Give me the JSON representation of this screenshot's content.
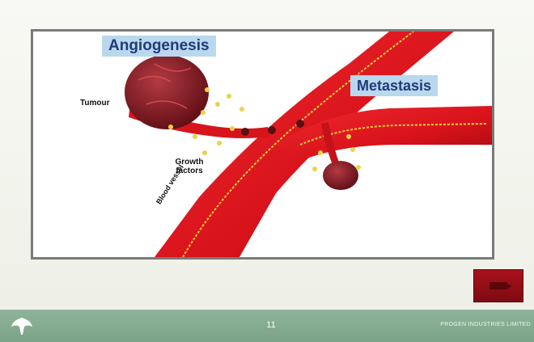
{
  "figure": {
    "angiogenesis_label": "Angiogenesis",
    "metastasis_label": "Metastasis",
    "tumour_label": "Tumour",
    "growth_factors_label": "Growth\nfactors",
    "blood_vessel_label": "Blood vessel"
  },
  "navigation": {
    "next_icon": "arrow-right-icon"
  },
  "footer": {
    "page_number": "11",
    "company": "PROGEN INDUSTRIES LIMITED",
    "logo_icon": "tree-logo-icon"
  },
  "colors": {
    "vessel": "#e0141b",
    "vessel_dark": "#a70c12",
    "tumour": "#8b1a22",
    "growth_factor": "#e9d34a",
    "label_bg": "#b9d8ee",
    "footer": "#86ad93",
    "button": "#9a0f18"
  }
}
